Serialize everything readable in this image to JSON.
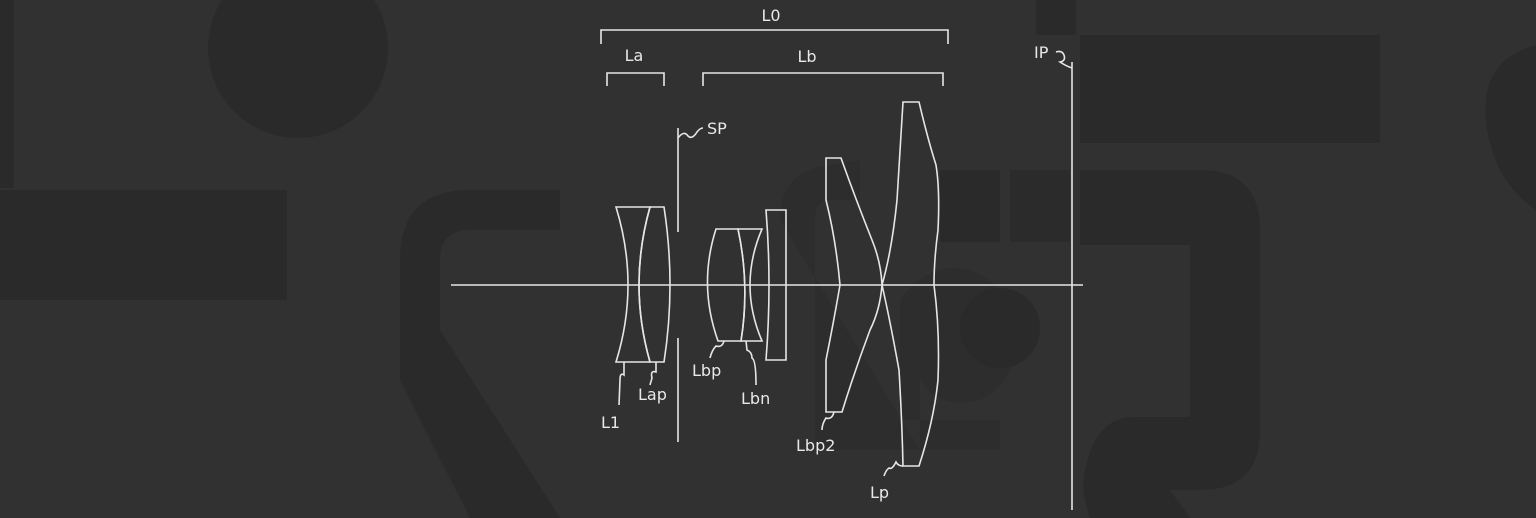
{
  "diagram": {
    "type": "optical-lens-cross-section",
    "colors": {
      "background": "#313131",
      "background_shapes": "#2a2a2a",
      "line": "#e6e6e6",
      "text": "#e8e8e8"
    },
    "brackets": {
      "overall": "L0",
      "front_group": "La",
      "rear_group": "Lb"
    },
    "labels": {
      "image_plane": "IP",
      "aperture_stop": "SP",
      "lens_1": "L1",
      "lens_ap": "Lap",
      "lens_bp": "Lbp",
      "lens_bn": "Lbn",
      "lens_bp2": "Lbp2",
      "lens_p": "Lp"
    }
  }
}
